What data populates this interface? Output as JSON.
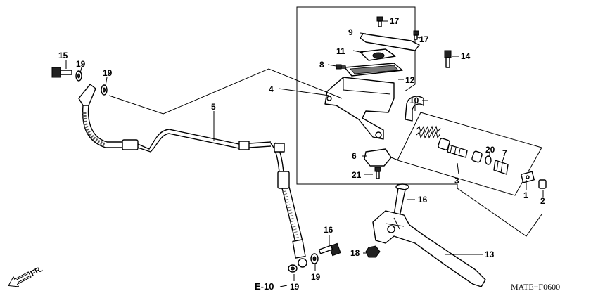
{
  "diagram": {
    "part_numbers": [
      "1",
      "2",
      "3",
      "4",
      "5",
      "6",
      "7",
      "8",
      "9",
      "10",
      "11",
      "12",
      "13",
      "14",
      "15",
      "16",
      "16",
      "17",
      "17",
      "18",
      "19",
      "19",
      "19",
      "19",
      "20",
      "21"
    ],
    "reference_label": "E-10",
    "direction_label": "FR.",
    "diagram_code": "MATE−F0600"
  }
}
